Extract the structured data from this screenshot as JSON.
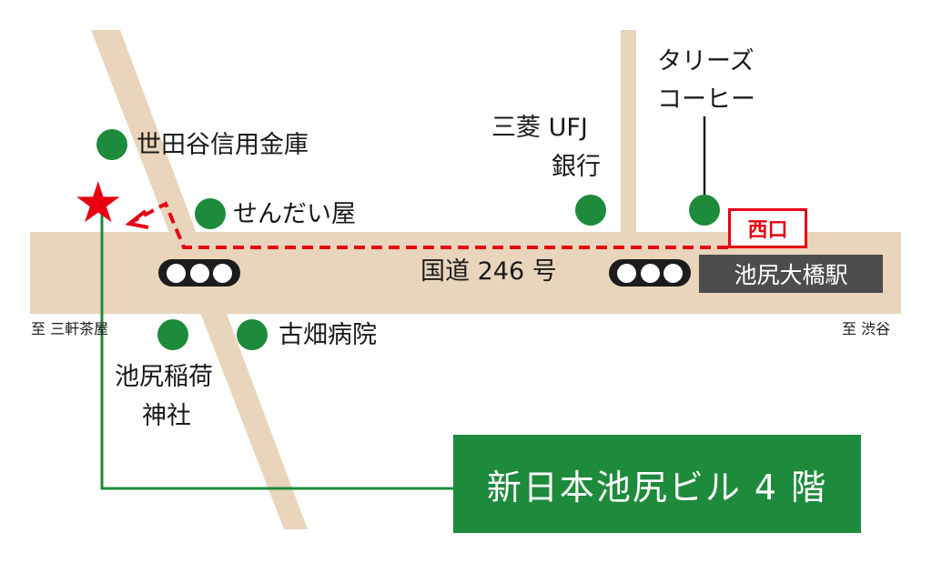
{
  "map": {
    "road_label": "国道 246 号",
    "station": "池尻大橋駅",
    "station_exit": "西口",
    "building": "新日本池尻ビル 4 階",
    "direction_left": "至 三軒茶屋",
    "direction_right": "至 渋谷",
    "landmarks": {
      "setagaya_shinkin": "世田谷信用金庫",
      "sendai_ya": "せんだい屋",
      "mufg_line1": "三菱 UFJ",
      "mufg_line2": "銀行",
      "tullys_line1": "タリーズ",
      "tullys_line2": "コーヒー",
      "furuhata_hospital": "古畑病院",
      "inari_line1": "池尻稲荷",
      "inari_line2": "神社"
    },
    "colors": {
      "road": "#e8d5bb",
      "landmark_dot": "#1e8a3c",
      "route_dashed": "#e60012",
      "building_box": "#1e8a3c",
      "station_box": "#4d4d4d"
    },
    "icons": [
      "destination-star-icon",
      "traffic-signal-icon",
      "landmark-dot-icon"
    ]
  }
}
